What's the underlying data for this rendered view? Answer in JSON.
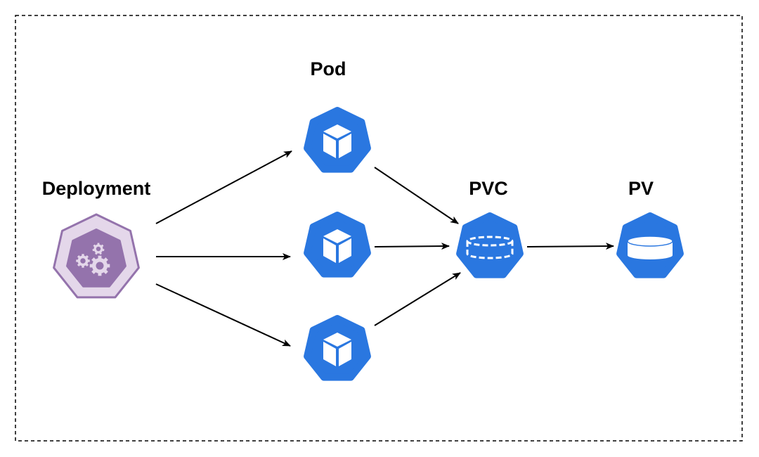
{
  "labels": {
    "deployment": "Deployment",
    "pod": "Pod",
    "pvc": "PVC",
    "pv": "PV"
  },
  "colors": {
    "kubernetes_blue": "#2a77e0",
    "deployment_fill": "#e4d7ea",
    "deployment_accent": "#9473ac",
    "border": "#000000"
  },
  "icons": {
    "deployment": "gears-icon",
    "pod": "cube-icon",
    "pvc": "dashed-cylinder-icon",
    "pv": "cylinder-icon"
  }
}
